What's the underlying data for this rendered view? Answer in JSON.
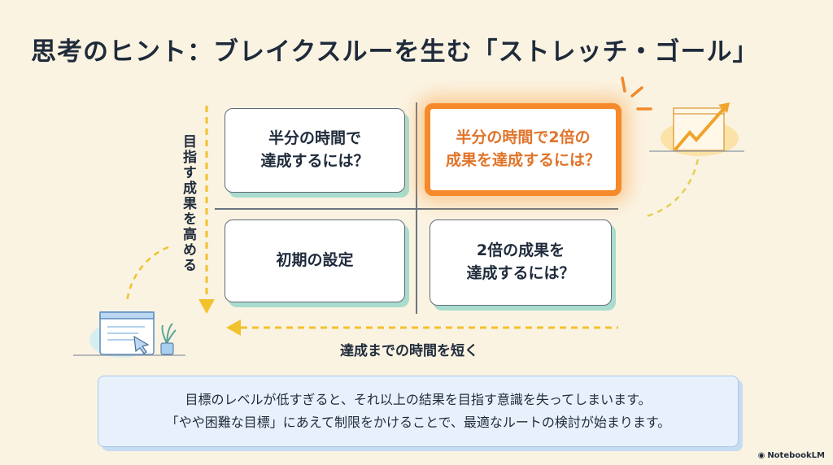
{
  "title": "思考のヒント：ブレイクスルーを生む「ストレッチ・ゴール」",
  "quadrants": {
    "top_left": "半分の時間で\n達成するには？",
    "top_right": "半分の時間で2倍の\n成果を達成するには？",
    "bottom_left": "初期の設定",
    "bottom_right": "2倍の成果を\n達成するには？"
  },
  "axes": {
    "vertical": "目指す成果を高める",
    "horizontal": "達成までの時間を短く"
  },
  "note": {
    "line1": "目標のレベルが低すぎると、それ以上の結果を目指す意識を失ってしまいます。",
    "line2": "「やや困難な目標」にあえて制限をかけることで、最適なルートの検討が始まります。"
  },
  "logo": "NotebookLM",
  "colors": {
    "background": "#fbf3e2",
    "accent": "#f6892a",
    "arrow": "#f2c12e",
    "shadow": "#a9dccc",
    "note_bg": "#e8f1fb"
  }
}
